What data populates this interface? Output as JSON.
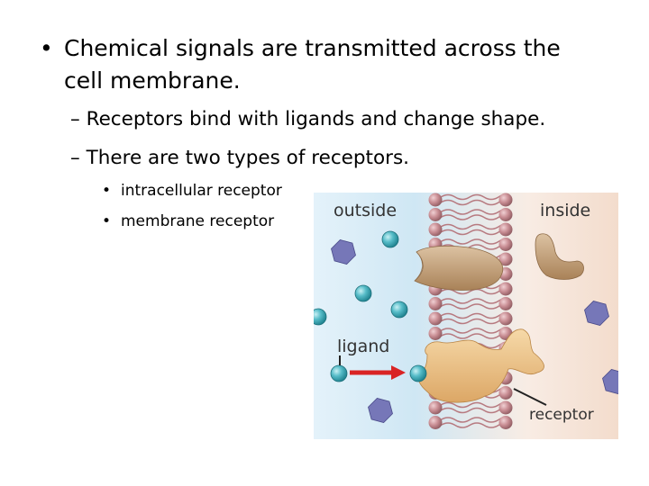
{
  "bullets": {
    "level1": {
      "marker": "•",
      "text": "Chemical signals are transmitted across the cell membrane."
    },
    "level2": [
      {
        "marker": "–",
        "text": "Receptors bind with ligands and change shape."
      },
      {
        "marker": "–",
        "text": "There are two types of receptors."
      }
    ],
    "level3": [
      {
        "marker": "•",
        "text": "intracellular receptor"
      },
      {
        "marker": "•",
        "text": "membrane receptor"
      }
    ]
  },
  "diagram": {
    "labels": {
      "outside": "outside",
      "inside": "inside",
      "ligand": "ligand",
      "receptor": "receptor"
    },
    "colors": {
      "outside_fill": "#d7ebf6",
      "inside_fill": "#f6e4d8",
      "phospholipid_head": "#c98e94",
      "lipid_tail": "#b77a80",
      "receptor_upper": "#c8a783",
      "receptor_lower": "#f0c890",
      "ligand_circle": "#56bcc8",
      "ligand_hexagon": "#7677b8",
      "arrow": "#d92424"
    }
  }
}
